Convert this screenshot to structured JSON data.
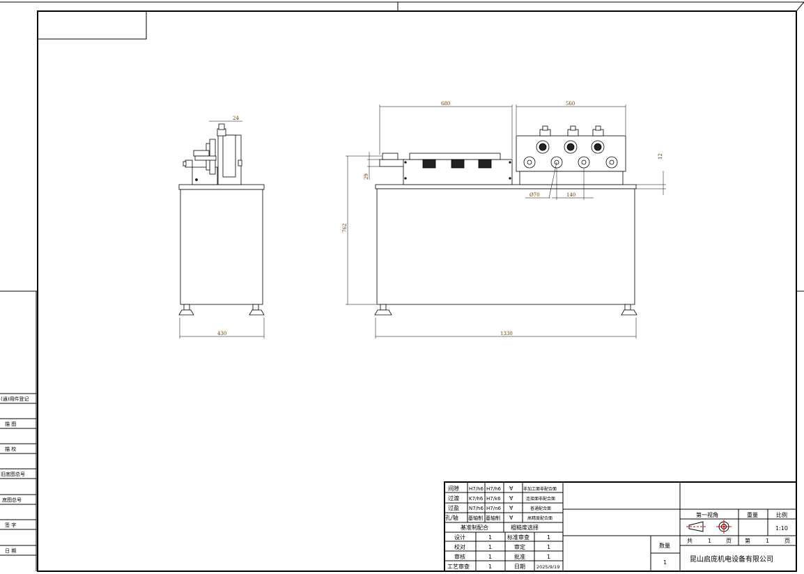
{
  "drawing": {
    "dimensions": {
      "side_width": "430",
      "side_top": "24",
      "front_left": "680",
      "front_right": "560",
      "front_total": "1330",
      "height": "762",
      "step": "29",
      "offset": "12",
      "diameter": "Ø70",
      "pitch": "140"
    }
  },
  "left_strip": {
    "labels": [
      "(通)用件登记",
      "描  图",
      "描  校",
      "旧底图总号",
      "底图总号",
      "签  字",
      "日  期"
    ]
  },
  "fit_table": {
    "rows": [
      {
        "type": "间隙",
        "hole": "H7/h6",
        "shaft": "H7/h6",
        "surface": "非加工面非配合面"
      },
      {
        "type": "过渡",
        "hole": "K7/h6",
        "shaft": "H7/k6",
        "surface": "连接面非配合面"
      },
      {
        "type": "过盈",
        "hole": "N7/h6",
        "shaft": "H7/n6",
        "surface": "普通配合面"
      },
      {
        "type": "孔/轴",
        "hole": "基轴制",
        "shaft": "基轴制",
        "surface": "高精度配合面"
      }
    ],
    "footer_left": "基准制配合",
    "footer_right": "粗糙度选择"
  },
  "sign_table": {
    "rows": [
      {
        "label": "设计",
        "value": "1",
        "label2": "标准审查",
        "value2": "1"
      },
      {
        "label": "校对",
        "value": "1",
        "label2": "审定",
        "value2": "1"
      },
      {
        "label": "审核",
        "value": "1",
        "label2": "批准",
        "value2": "1"
      },
      {
        "label": "工艺审查",
        "value": "1",
        "label2": "日期",
        "value2": "2025/9/19"
      }
    ]
  },
  "title_block": {
    "projection": "第一视角",
    "weight": "重量",
    "scale_label": "比例",
    "scale": "1:10",
    "quantity_label": "数量",
    "quantity": "1",
    "total_prefix": "共",
    "total_pages": "1",
    "page_unit": "页",
    "page_prefix": "第",
    "page_no": "1",
    "page_unit2": "页",
    "company": "昆山启庞机电设备有限公司"
  },
  "colors": {
    "dimension_text": "#6b3a00",
    "symbol": "#e00000"
  }
}
